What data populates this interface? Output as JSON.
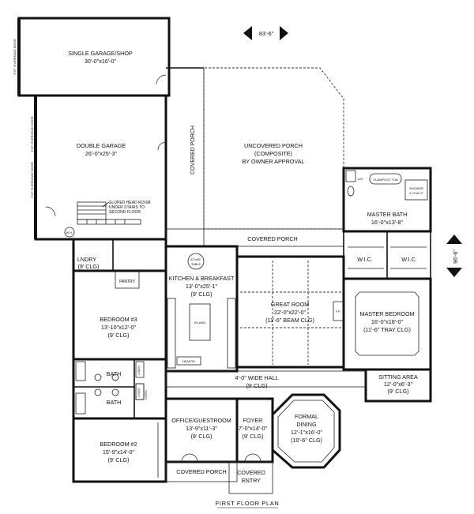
{
  "dims": {
    "width": "83'-6\"",
    "depth": "96'-6\""
  },
  "plan_title": "FIRST FLOOR PLAN",
  "rooms": {
    "single_garage": {
      "name": "SINGLE GARAGE/SHOP",
      "size": "30'-0\"x16'-0\""
    },
    "double_garage": {
      "name": "DOUBLE GARAGE",
      "size": "26'-0\"x25'-3\""
    },
    "uncovered_porch": {
      "name": "UNCOVERED PORCH",
      "line2": "(COMPOSITE)",
      "line3": "BY OWNER APPROVAL"
    },
    "covered_porch_side": "COVERED PORCH",
    "covered_porch_rear": "COVERED PORCH",
    "master_bath": {
      "name": "MASTER BATH",
      "size": "16'-0\"x13'-8\""
    },
    "wic_left": "W.I.C.",
    "wic_right": "W.I.C.",
    "laundry": {
      "name": "LNDRY",
      "clg": "(9' CLG)"
    },
    "pantry": "PANTRY",
    "kitchen": {
      "name": "KITCHEN & BREAKFAST",
      "size": "13'-0\"x25'-1\"",
      "clg": "(9' CLG)"
    },
    "great_room": {
      "name": "GREAT ROOM",
      "size": "22'-0\"x22'-0\"",
      "clg": "(11'-6\" BEAM CLG)"
    },
    "master_bedroom": {
      "name": "MASTER BEDROOM",
      "size": "16'-0\"x18'-0\"",
      "clg": "(11'-6\" TRAY CLG)"
    },
    "bedroom3": {
      "name": "BEDROOM #3",
      "size": "13'-10\"x12'-0\"",
      "clg": "(9' CLG)"
    },
    "bath_upper": "BATH",
    "bath_lower": "BATH",
    "hall": {
      "name": "4'-0\" WIDE HALL",
      "clg": "(9' CLG)"
    },
    "sitting_area": {
      "name": "SITTING AREA",
      "size": "12'-0\"x6'-3\"",
      "clg": "(9' CLG)"
    },
    "office": {
      "name": "OFFICE/GUESTROOM",
      "size": "13'-9\"x11'-3\"",
      "clg": "(9' CLG)"
    },
    "foyer": {
      "name": "FOYER",
      "size": "7'-0\"x14'-0\"",
      "clg": "(9' CLG)"
    },
    "formal_dining": {
      "name": "FORMAL",
      "name2": "DINING",
      "size": "12'-1\"x16'-0\"",
      "clg": "(10'-6\" CLG)"
    },
    "bedroom2": {
      "name": "BEDROOM #2",
      "size": "15'-9\"x14'-0\"",
      "clg": "(9' CLG)"
    },
    "covered_porch_front": "COVERED PORCH",
    "covered_entry": {
      "line1": "COVERED",
      "line2": "ENTRY"
    }
  },
  "notes": {
    "sloped": [
      "SLOPED HEAD ROOM",
      "UNDER STAIRS TO",
      "SECOND FLOOR"
    ],
    "overhead_door_single": "9'X7' OVERHEAD DOOR",
    "overhead_door_double1": "9'X7' OVERHEAD DOOR",
    "overhead_door_double2": "9'X7' OVERHEAD DOOR",
    "clawfoot_tub": "CLAWFOOT TUB",
    "shower": "SHOWER",
    "shower_size": "4'-0\"x6'-0\"",
    "table": "42\"x60\"",
    "table2": "TABLE",
    "island": "ISLAND",
    "hearth": "HEARTH",
    "fp": "F.P.",
    "linen1": "LINEN",
    "linen2": "LINEN",
    "linen3": "LINEN",
    "lin_bath": "LIN",
    "wh": "W.H."
  }
}
